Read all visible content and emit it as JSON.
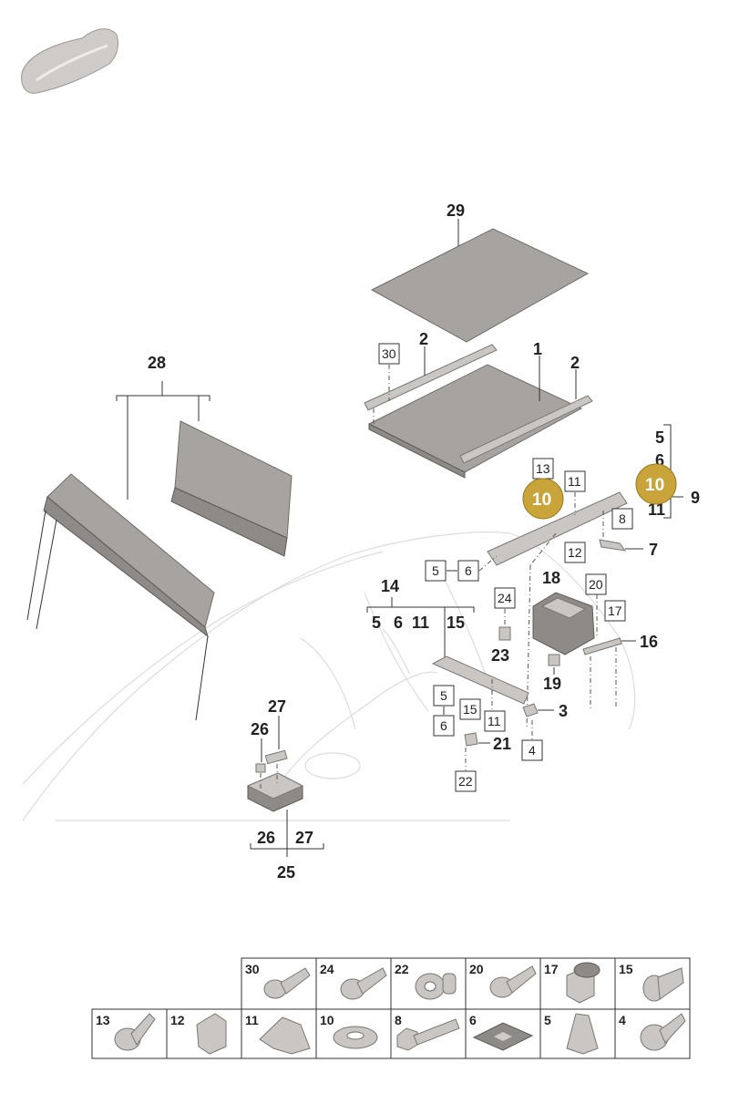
{
  "labels": {
    "n29": "29",
    "n28": "28",
    "n1": "1",
    "n2a": "2",
    "n2b": "2",
    "n30box": "30",
    "n5r": "5",
    "n6r": "6",
    "n11r": "11",
    "n9": "9",
    "n13box": "13",
    "n11box": "11",
    "hl10a": "10",
    "hl10b": "10",
    "n8box": "8",
    "n7": "7",
    "n12box": "12",
    "n5box": "5",
    "n6box": "6",
    "n14": "14",
    "g14_5": "5",
    "g14_6": "6",
    "g14_11": "11",
    "g14_15": "15",
    "n18": "18",
    "n20box": "20",
    "n24box": "24",
    "n23": "23",
    "n17box": "17",
    "n16": "16",
    "n19": "19",
    "n3": "3",
    "n5box2": "5",
    "n15box": "15",
    "n6box2": "6",
    "n11box2": "11",
    "n4box": "4",
    "n21": "21",
    "n22box": "22",
    "n27": "27",
    "n26": "26",
    "g25_26": "26",
    "g25_27": "27",
    "n25": "25"
  },
  "fastener_table": {
    "row1": [
      "30",
      "24",
      "22",
      "20",
      "17",
      "15"
    ],
    "row2": [
      "13",
      "12",
      "11",
      "10",
      "8",
      "6",
      "5",
      "4"
    ]
  },
  "colors": {
    "highlight": "#c9a43a",
    "part": "#a7a3a0",
    "line": "#333333"
  }
}
